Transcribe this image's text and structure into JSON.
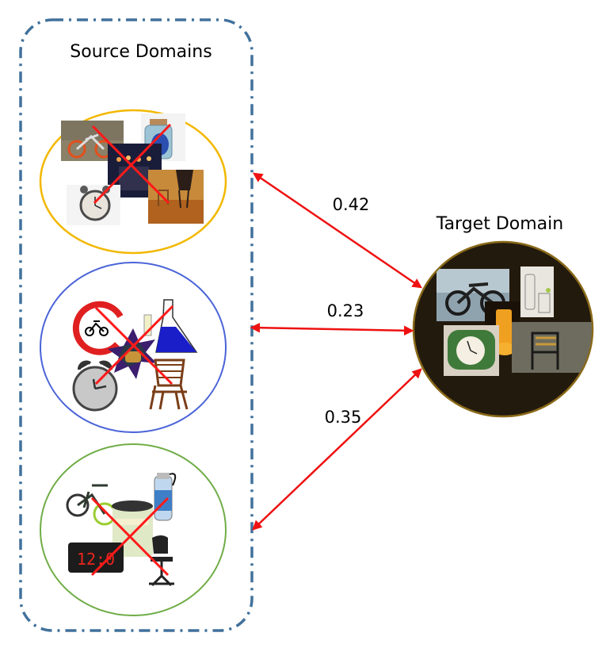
{
  "source_panel": {
    "title": "Source Domains",
    "domains": [
      {
        "name": "source-domain-1",
        "ring_color": "#F2B800",
        "items": [
          "bicycle",
          "jar",
          "candles",
          "chair-scene",
          "alarm-clock"
        ],
        "crossed_out": true
      },
      {
        "name": "source-domain-2",
        "ring_color": "#4A64D8",
        "items": [
          "no-bicycle-sign",
          "flask",
          "cake-star",
          "alarm-clock",
          "folding-chair"
        ],
        "crossed_out": true
      },
      {
        "name": "source-domain-3",
        "ring_color": "#70AD47",
        "items": [
          "bmx-bicycle",
          "water-bottle",
          "candle-jar",
          "digital-clock",
          "office-chair"
        ],
        "crossed_out": true
      }
    ]
  },
  "target_panel": {
    "title": "Target Domain",
    "fill_color": "#231A0E",
    "ring_color": "#8A6A18",
    "items": [
      "e-bike",
      "bottle-and-glass",
      "candles",
      "green-alarm-clock",
      "chair"
    ]
  },
  "links": [
    {
      "from": "source-domain-1",
      "to": "target",
      "weight": "0.42"
    },
    {
      "from": "source-domain-2",
      "to": "target",
      "weight": "0.23"
    },
    {
      "from": "source-domain-3",
      "to": "target",
      "weight": "0.35"
    }
  ],
  "colors": {
    "panel_border": "#41719C",
    "arrow": "#EE1111",
    "cross": "#FF1A1A"
  }
}
